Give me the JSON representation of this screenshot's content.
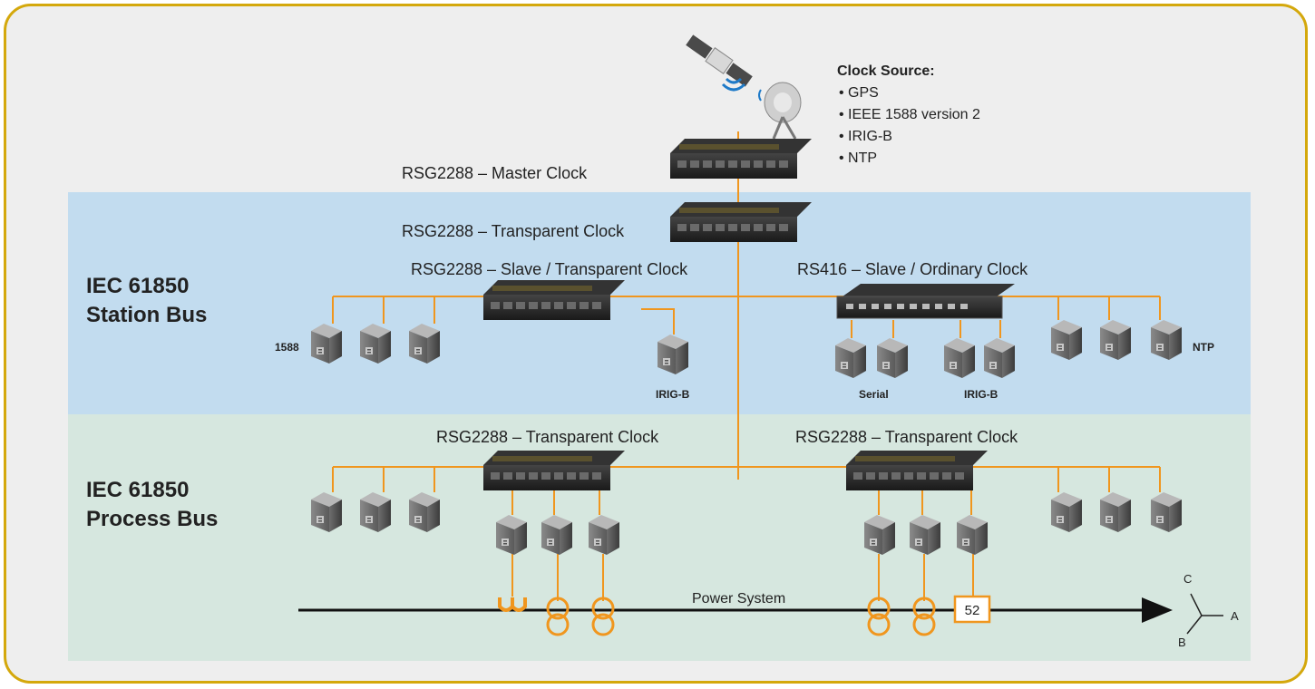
{
  "clock_source": {
    "title": "Clock Source:",
    "items": [
      "GPS",
      "IEEE  1588 version 2",
      "IRIG-B",
      "NTP"
    ]
  },
  "devices": {
    "master": "RSG2288 – Master Clock",
    "transparent_top": "RSG2288 – Transparent Clock",
    "slave_transparent": "RSG2288 – Slave / Transparent Clock",
    "rs416": "RS416 – Slave / Ordinary Clock",
    "process_left": "RSG2288 – Transparent Clock",
    "process_right": "RSG2288 – Transparent Clock"
  },
  "buses": {
    "station_line1": "IEC 61850",
    "station_line2": "Station Bus",
    "process_line1": "IEC 61850",
    "process_line2": "Process Bus"
  },
  "end_labels": {
    "p1588": "1588",
    "irigb_left": "IRIG-B",
    "serial": "Serial",
    "irigb_right": "IRIG-B",
    "ntp": "NTP"
  },
  "power": {
    "label": "Power System",
    "breaker": "52",
    "phase_a": "A",
    "phase_b": "B",
    "phase_c": "C"
  },
  "colors": {
    "line": "#f0961e",
    "frame": "#d4a80c",
    "station_band": "#c2dcef",
    "process_band": "#d6e7df",
    "background": "#eeeeee"
  }
}
